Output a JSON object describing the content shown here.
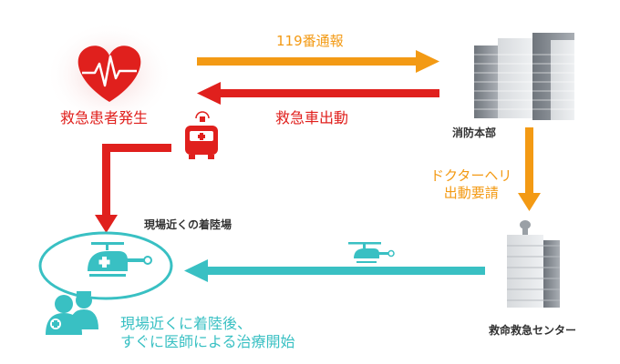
{
  "labels": {
    "patient": "救急患者発生",
    "call": "119番通報",
    "dispatch": "救急車出動",
    "hq": "消防本部",
    "heli_request_line1": "ドクターヘリ",
    "heli_request_line2": "出動要請",
    "landing_site": "現場近くの着陸場",
    "emergency_center": "救命救急センター",
    "treatment_line1": "現場近くに着陸後、",
    "treatment_line2": "すぐに医師による治療開始"
  },
  "colors": {
    "red": "#e0201d",
    "orange": "#f39a14",
    "teal": "#39c0c3",
    "dark_text": "#333333",
    "building_gray": "#8a8f96"
  },
  "icons": [
    "heart-ecg-icon",
    "ambulance-icon",
    "building-icon",
    "hospital-building-icon",
    "helicopter-icon",
    "helipad-icon",
    "medical-staff-icon"
  ]
}
